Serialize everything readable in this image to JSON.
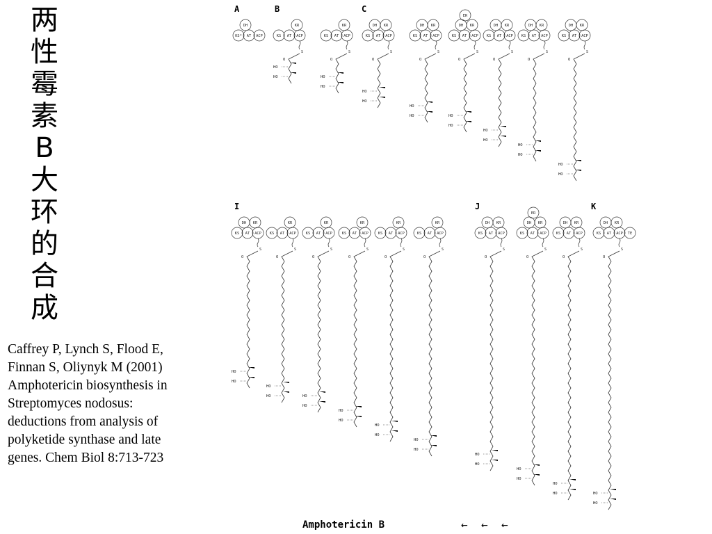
{
  "slide": {
    "title_chars": [
      "两",
      "性",
      "霉",
      "素",
      "B",
      "大",
      "环",
      "的",
      "合",
      "成"
    ],
    "citation_lines": [
      "Caffrey P, Lynch S, Flood E,",
      "Finnan S, Oliynyk M (2001)",
      "Amphotericin biosynthesis in",
      "Streptomyces nodosus:",
      "deductions from analysis of",
      "polyketide synthase and late",
      "genes. Chem Biol 8:713-723"
    ]
  },
  "diagram": {
    "panels": [
      {
        "label": "A",
        "modules": [
          {
            "domains": [
              "KS*",
              "AT",
              "DH",
              "ACP"
            ]
          }
        ]
      },
      {
        "label": "B",
        "modules": [
          {
            "domains": [
              "KS",
              "AT",
              "KR",
              "ACP"
            ],
            "chain_units": 2
          },
          {
            "domains": [
              "KS",
              "AT",
              "KR",
              "ACP"
            ],
            "chain_units": 3
          }
        ]
      },
      {
        "label": "C",
        "modules": [
          {
            "domains": [
              "KS",
              "AT",
              "DH",
              "KR",
              "ACP"
            ],
            "chain_units": 4
          },
          {
            "domains": [
              "KS",
              "AT",
              "DH",
              "KR",
              "ACP"
            ],
            "chain_units": 5
          },
          {
            "domains": [
              "KS",
              "AT",
              "DH",
              "ER",
              "KR",
              "ACP"
            ],
            "chain_units": 6
          },
          {
            "domains": [
              "KS",
              "AT",
              "DH",
              "KR",
              "ACP"
            ],
            "chain_units": 7
          },
          {
            "domains": [
              "KS",
              "AT",
              "DH",
              "KR",
              "ACP"
            ],
            "chain_units": 8
          },
          {
            "domains": [
              "KS",
              "AT",
              "DH",
              "KR",
              "ACP"
            ],
            "chain_units": 9
          }
        ]
      },
      {
        "label": "I",
        "modules": [
          {
            "domains": [
              "KS",
              "AT",
              "DH",
              "KR",
              "ACP"
            ],
            "chain_units": 10
          },
          {
            "domains": [
              "KS",
              "AT",
              "KR",
              "ACP"
            ],
            "chain_units": 11
          },
          {
            "domains": [
              "KS",
              "AT",
              "KR",
              "ACP"
            ],
            "chain_units": 12
          },
          {
            "domains": [
              "KS",
              "AT",
              "KR",
              "ACP"
            ],
            "chain_units": 13
          },
          {
            "domains": [
              "KS",
              "AT",
              "KR",
              "ACP"
            ],
            "chain_units": 14
          },
          {
            "domains": [
              "KS",
              "AT",
              "KR",
              "ACP"
            ],
            "chain_units": 15
          }
        ]
      },
      {
        "label": "J",
        "modules": [
          {
            "domains": [
              "KS",
              "AT",
              "DH",
              "KR",
              "ACP"
            ],
            "chain_units": 16
          },
          {
            "domains": [
              "KS",
              "AT",
              "DH",
              "ER",
              "KR",
              "ACP"
            ],
            "chain_units": 17
          },
          {
            "domains": [
              "KS",
              "AT",
              "DH",
              "KR",
              "ACP"
            ],
            "chain_units": 18
          }
        ]
      },
      {
        "label": "K",
        "modules": [
          {
            "domains": [
              "KS",
              "AT",
              "DH",
              "KR",
              "ACP",
              "TE"
            ],
            "chain_units": 19
          }
        ]
      }
    ],
    "chain_atom_labels": {
      "carbonyl": "O",
      "hydroxyl": "HO",
      "thioester": "S"
    },
    "product_label": "Amphotericin B",
    "direction_arrows": [
      "←",
      "←",
      "←"
    ]
  }
}
